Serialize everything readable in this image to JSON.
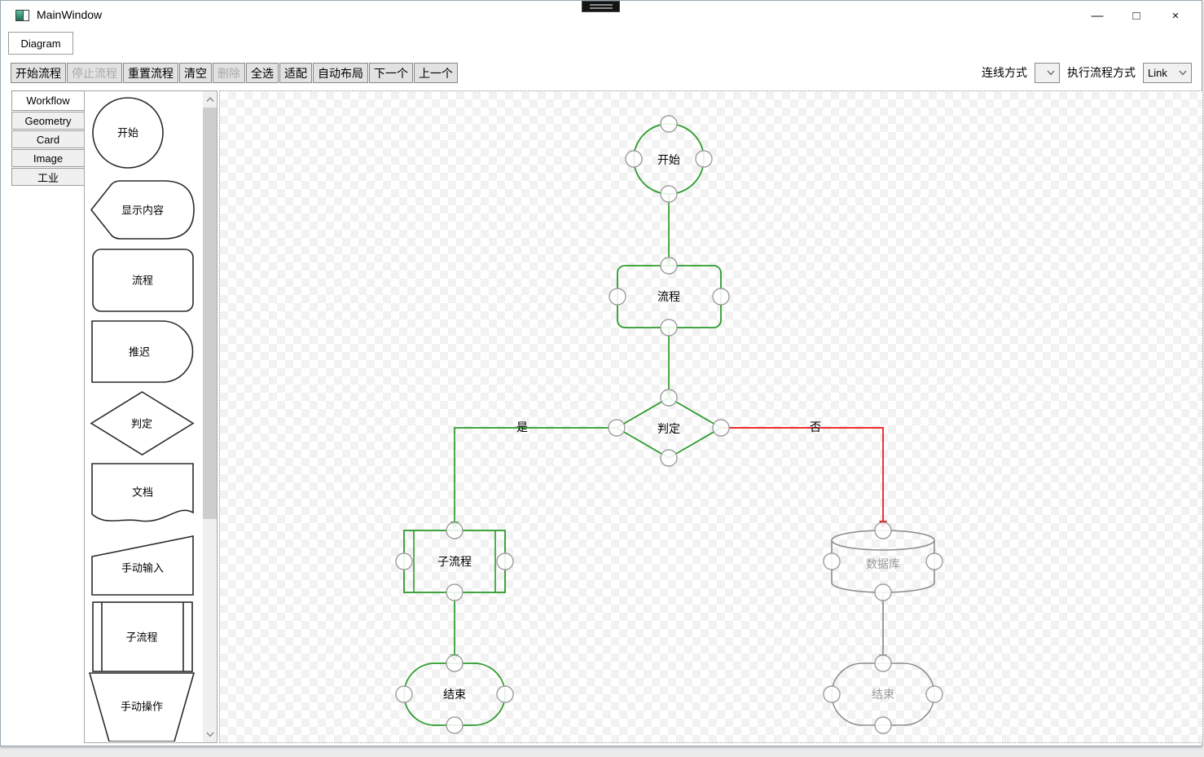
{
  "window": {
    "title": "MainWindow"
  },
  "icons": {
    "minimize": "—",
    "maximize": "□",
    "close": "×"
  },
  "tabs": [
    {
      "label": "Diagram",
      "selected": true
    }
  ],
  "toolbar": {
    "buttons": [
      {
        "label": "开始流程",
        "enabled": true
      },
      {
        "label": "停止流程",
        "enabled": false
      },
      {
        "label": "重置流程",
        "enabled": true
      },
      {
        "label": "清空",
        "enabled": true
      },
      {
        "label": "删除",
        "enabled": false
      },
      {
        "label": "全选",
        "enabled": true
      },
      {
        "label": "适配",
        "enabled": true
      },
      {
        "label": "自动布局",
        "enabled": true
      },
      {
        "label": "下一个",
        "enabled": true
      },
      {
        "label": "上一个",
        "enabled": true
      }
    ],
    "link_style_label": "连线方式",
    "link_style_value": "",
    "exec_mode_label": "执行流程方式",
    "exec_mode_value": "Link"
  },
  "palette": {
    "tabs": [
      {
        "label": "Workflow",
        "selected": true
      },
      {
        "label": "Geometry",
        "selected": false
      },
      {
        "label": "Card",
        "selected": false
      },
      {
        "label": "Image",
        "selected": false
      },
      {
        "label": "工业",
        "selected": false
      }
    ],
    "shapes": [
      {
        "label": "开始",
        "shape": "circle"
      },
      {
        "label": "显示内容",
        "shape": "display"
      },
      {
        "label": "流程",
        "shape": "rounded-rect"
      },
      {
        "label": "推迟",
        "shape": "delay"
      },
      {
        "label": "判定",
        "shape": "diamond"
      },
      {
        "label": "文档",
        "shape": "document"
      },
      {
        "label": "手动输入",
        "shape": "manual-input"
      },
      {
        "label": "子流程",
        "shape": "subprocess"
      },
      {
        "label": "手动操作",
        "shape": "manual-operation"
      }
    ]
  },
  "canvas": {
    "nodes": [
      {
        "id": "start",
        "label": "开始",
        "shape": "circle",
        "state": "active"
      },
      {
        "id": "process",
        "label": "流程",
        "shape": "rounded-rect",
        "state": "active"
      },
      {
        "id": "decision",
        "label": "判定",
        "shape": "diamond",
        "state": "active"
      },
      {
        "id": "subprocess",
        "label": "子流程",
        "shape": "subprocess",
        "state": "active"
      },
      {
        "id": "database",
        "label": "数据库",
        "shape": "cylinder",
        "state": "inactive"
      },
      {
        "id": "end-left",
        "label": "结束",
        "shape": "stadium",
        "state": "active"
      },
      {
        "id": "end-right",
        "label": "结束",
        "shape": "stadium",
        "state": "inactive"
      }
    ],
    "edges": [
      {
        "from": "start",
        "to": "process",
        "color": "green",
        "label": ""
      },
      {
        "from": "process",
        "to": "decision",
        "color": "green",
        "label": ""
      },
      {
        "from": "decision",
        "to": "subprocess",
        "color": "green",
        "label": "是"
      },
      {
        "from": "decision",
        "to": "database",
        "color": "red",
        "label": "否"
      },
      {
        "from": "subprocess",
        "to": "end-left",
        "color": "green",
        "label": ""
      },
      {
        "from": "database",
        "to": "end-right",
        "color": "gray",
        "label": ""
      }
    ]
  },
  "colors": {
    "active_stroke": "#2a9b2a",
    "branch_red": "#ee1111",
    "inactive_stroke": "#8b8b8b",
    "inactive_text": "#9b9b9b"
  }
}
